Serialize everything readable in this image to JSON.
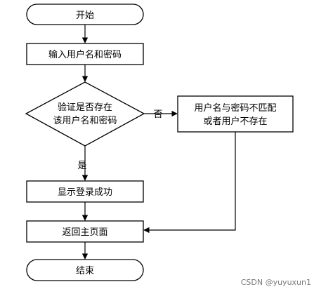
{
  "flowchart": {
    "start": "开始",
    "input": "输入用户名和密码",
    "decision": {
      "line1": "验证是否存在",
      "line2": "该用户名和密码"
    },
    "no_label": "否",
    "yes_label": "是",
    "error": {
      "line1": "用户名与密码不匹配",
      "line2": "或者用户不存在"
    },
    "success": "显示登录成功",
    "return_home": "返回主页面",
    "end": "结束"
  },
  "watermark": "CSDN @yuyuxun1"
}
